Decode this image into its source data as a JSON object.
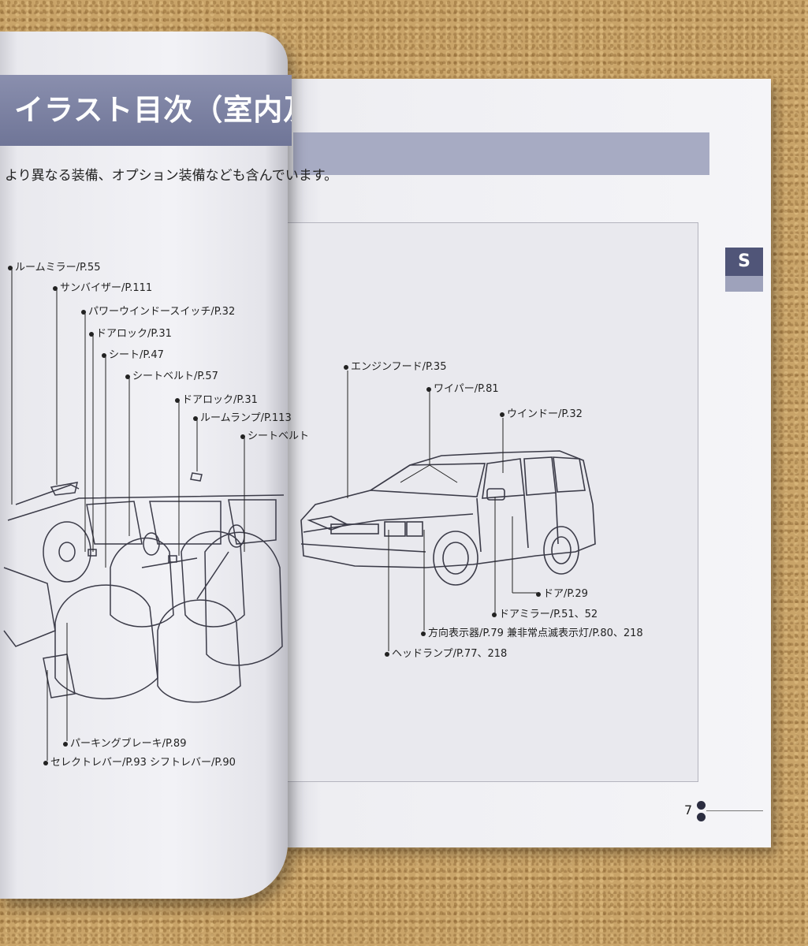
{
  "left_page": {
    "title": "イラスト目次（室内及び外観",
    "subtitle": "より異なる装備、オプション装備なども含んでいます。",
    "interior_labels": [
      "ルームミラー/P.55",
      "サンバイザー/P.111",
      "パワーウインドースイッチ/P.32",
      "ドアロック/P.31",
      "シート/P.47",
      "シートベルト/P.57",
      "ドアロック/P.31",
      "ルームランプ/P.113",
      "シートベルト",
      "パーキングブレーキ/P.89",
      "セレクトレバー/P.93 シフトレバー/P.90"
    ]
  },
  "right_page": {
    "tab_letter": "S",
    "exterior_labels": [
      "エンジンフード/P.35",
      "ワイパー/P.81",
      "ウインドー/P.32",
      "ドア/P.29",
      "ドアミラー/P.51、52",
      "方向表示器/P.79 兼非常点滅表示灯/P.80、218",
      "ヘッドランプ/P.77、218"
    ],
    "page_number": "7"
  },
  "colors": {
    "title_bar": "#7a7fa1",
    "header_band": "#a7abc3",
    "tab": "#505578",
    "cork": "#c9a469"
  }
}
